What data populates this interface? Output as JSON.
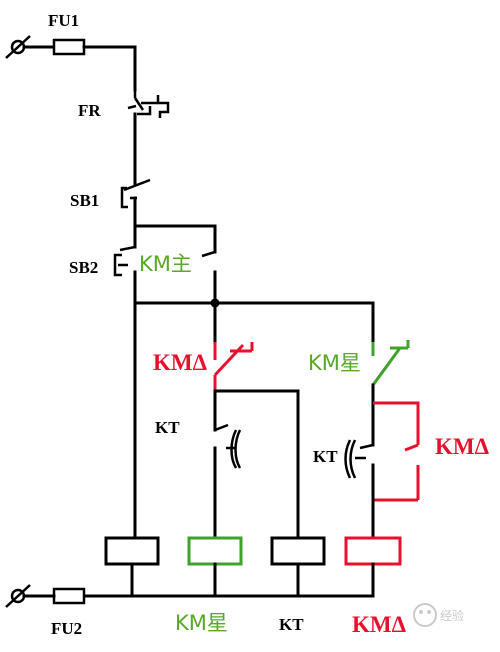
{
  "labels": {
    "fu1": "FU1",
    "fu2": "FU2",
    "fr": "FR",
    "sb1": "SB1",
    "sb2": "SB2",
    "km_main": "KM主",
    "km_delta_contact_left": "KMΔ",
    "km_star_contact": "KM星",
    "kt_contact_left": "KT",
    "kt_contact_right": "KT",
    "km_delta_contact_right": "KMΔ",
    "coil_km_star": "KM星",
    "coil_kt": "KT",
    "coil_km_delta": "KMΔ"
  },
  "watermark": "经验",
  "colors": {
    "wire": "#000000",
    "red": "#e8112d",
    "green": "#3fa22b",
    "green_text": "#5aa827"
  }
}
